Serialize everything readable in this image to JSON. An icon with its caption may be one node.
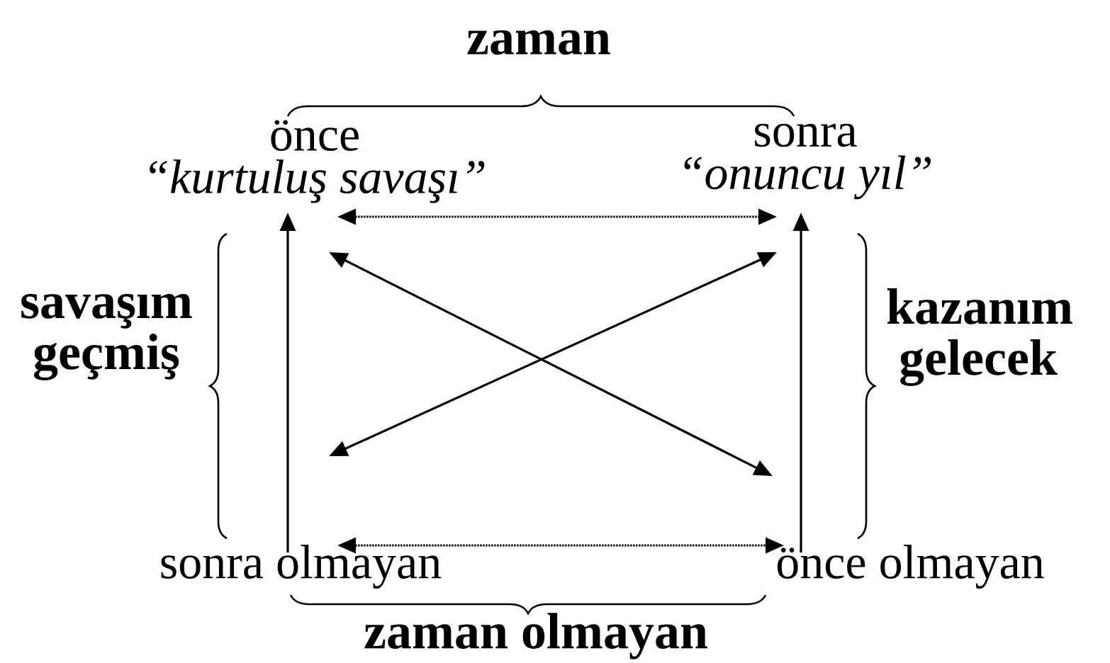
{
  "diagram": {
    "nodes": [
      {
        "text": [
          "önce",
          "“kurtuluş savaşı”"
        ]
      },
      {
        "text": [
          "sonra",
          "“onuncu yıl”"
        ]
      },
      {
        "text": [
          "sonra olmayan"
        ]
      },
      {
        "text": [
          "önce olmayan"
        ]
      }
    ],
    "edges": [
      {
        "from": 0,
        "to": 1,
        "arrow": "both",
        "style": "dashed"
      },
      {
        "from": 2,
        "to": 3,
        "arrow": "both",
        "style": "dashed"
      },
      {
        "from": 2,
        "to": 0,
        "arrow": "to"
      },
      {
        "from": 3,
        "to": 1,
        "arrow": "to"
      },
      {
        "from": 0,
        "to": 3,
        "arrow": "both"
      },
      {
        "from": 2,
        "to": 1,
        "arrow": "both"
      }
    ],
    "labels": [
      "zaman",
      "savaşım geçmiş",
      "kazanım gelecek",
      "zaman olmayan"
    ]
  }
}
